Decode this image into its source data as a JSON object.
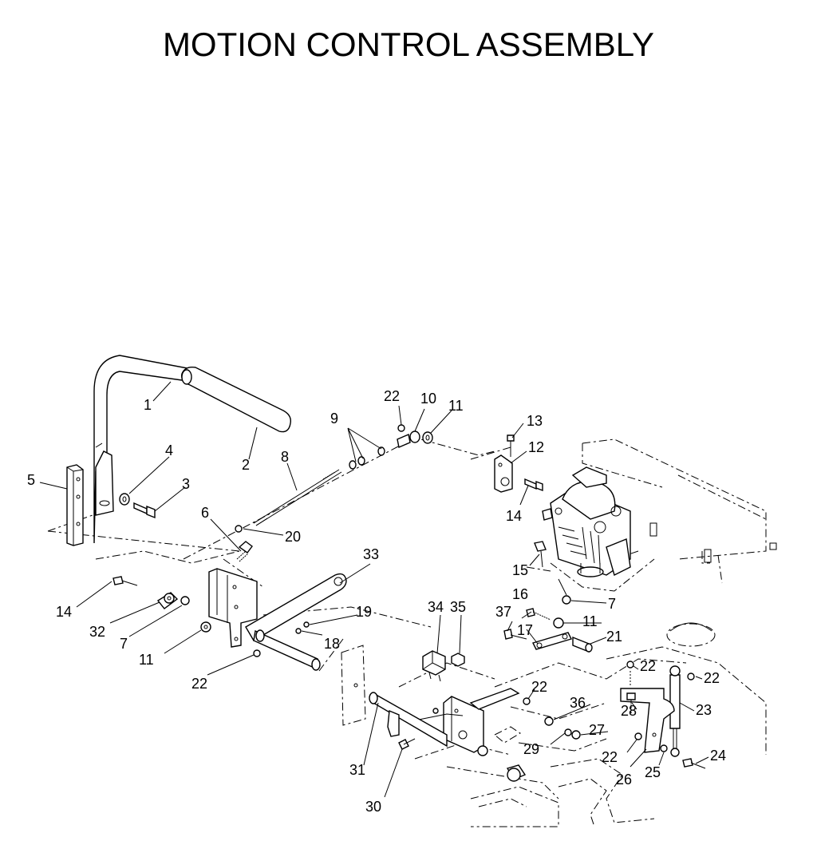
{
  "title": "MOTION CONTROL ASSEMBLY",
  "callouts": {
    "c1": "1",
    "c2": "2",
    "c3": "3",
    "c4": "4",
    "c5": "5",
    "c6": "6",
    "c7a": "7",
    "c7b": "7",
    "c8": "8",
    "c9": "9",
    "c10": "10",
    "c11a": "11",
    "c11b": "11",
    "c11c": "11",
    "c12": "12",
    "c13": "13",
    "c14a": "14",
    "c14b": "14",
    "c15": "15",
    "c16": "16",
    "c17": "17",
    "c18": "18",
    "c19": "19",
    "c20": "20",
    "c21": "21",
    "c22a": "22",
    "c22b": "22",
    "c22c": "22",
    "c22d": "22",
    "c22e": "22",
    "c22f": "22",
    "c23": "23",
    "c24": "24",
    "c25": "25",
    "c26": "26",
    "c27": "27",
    "c28": "28",
    "c29": "29",
    "c30": "30",
    "c31": "31",
    "c32": "32",
    "c33": "33",
    "c34": "34",
    "c35": "35",
    "c36": "36",
    "c37": "37"
  }
}
